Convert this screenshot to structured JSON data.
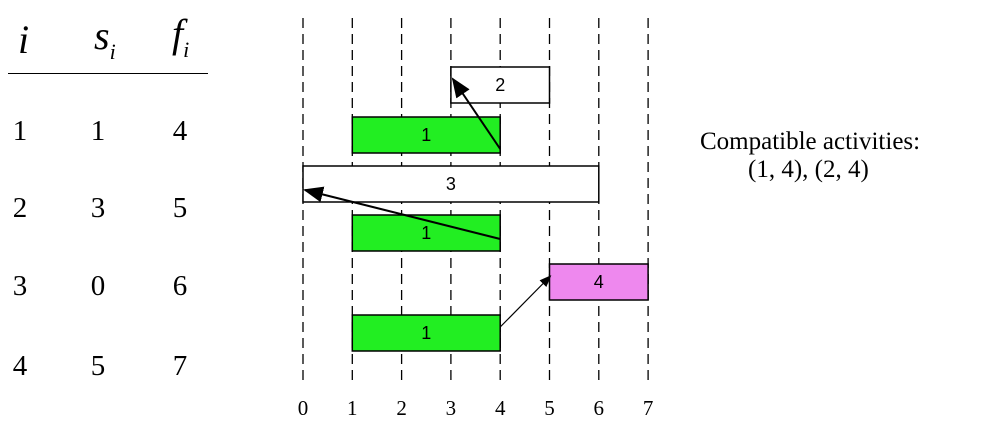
{
  "table": {
    "headers": [
      {
        "base": "i",
        "sub": ""
      },
      {
        "base": "s",
        "sub": "i"
      },
      {
        "base": "f",
        "sub": "i"
      }
    ],
    "rows": [
      [
        "1",
        "1",
        "4"
      ],
      [
        "2",
        "3",
        "5"
      ],
      [
        "3",
        "0",
        "6"
      ],
      [
        "4",
        "5",
        "7"
      ]
    ]
  },
  "axis": {
    "ticks": [
      "0",
      "1",
      "2",
      "3",
      "4",
      "5",
      "6",
      "7"
    ]
  },
  "bars": [
    {
      "label": "2",
      "start": 3,
      "end": 5,
      "fill": "#ffffff",
      "row": 0
    },
    {
      "label": "1",
      "start": 1,
      "end": 4,
      "fill": "#22ee22",
      "row": 1
    },
    {
      "label": "3",
      "start": 0,
      "end": 6,
      "fill": "#ffffff",
      "row": 2
    },
    {
      "label": "1",
      "start": 1,
      "end": 4,
      "fill": "#22ee22",
      "row": 3
    },
    {
      "label": "4",
      "start": 5,
      "end": 7,
      "fill": "#ee88ee",
      "row": 4
    },
    {
      "label": "1",
      "start": 1,
      "end": 4,
      "fill": "#22ee22",
      "row": 5
    }
  ],
  "note": {
    "line1": "Compatible activities:",
    "line2": "(1, 4), (2, 4)"
  }
}
